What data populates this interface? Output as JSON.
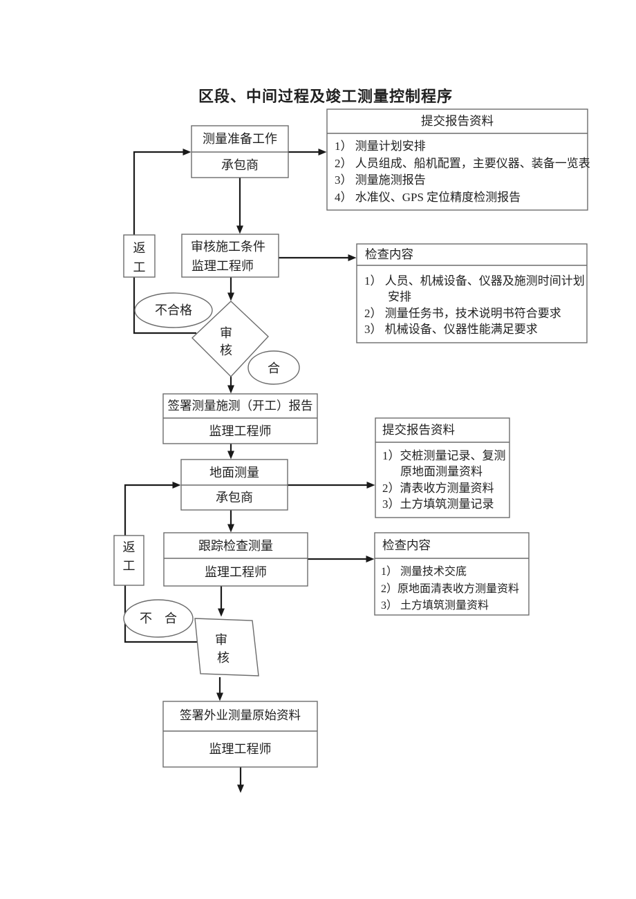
{
  "page": {
    "title": "区段、中间过程及竣工测量控制程序"
  },
  "colors": {
    "line": "#1a1a1a",
    "border": "#6b6b6b",
    "text": "#1f1f1f",
    "background": "#ffffff"
  },
  "nodes": {
    "prep": {
      "title": "测量准备工作",
      "role": "承包商"
    },
    "return1": {
      "char1": "返",
      "char2": "工"
    },
    "review": {
      "title": "审核施工条件",
      "role": "监理工程师"
    },
    "reject1": {
      "label": "不合格"
    },
    "audit1": {
      "char1": "审",
      "char2": "核"
    },
    "pass1": {
      "label": "合"
    },
    "sign1": {
      "title": "签署测量施测（开工）报告",
      "role": "监理工程师"
    },
    "ground": {
      "title": "地面测量",
      "role": "承包商"
    },
    "return2": {
      "char1": "返",
      "char2": "工"
    },
    "track": {
      "title": "跟踪检查测量",
      "role": "监理工程师"
    },
    "reject2": {
      "label": "不　合"
    },
    "audit2": {
      "char1": "审",
      "char2": "核"
    },
    "sign2": {
      "title": "签署外业测量原始资料",
      "role": "监理工程师"
    }
  },
  "panels": {
    "submit1": {
      "header": "提交报告资料",
      "items": [
        {
          "text": "1） 测量计划安排"
        },
        {
          "text": "2） 人员组成、船机配置，主要仪器、装备一览表"
        },
        {
          "text": "3） 测量施测报告"
        },
        {
          "text": "4） 水准仪、GPS 定位精度检测报告"
        }
      ]
    },
    "check1": {
      "header": "检查内容",
      "items": [
        {
          "text": "1） 人员、机械设备、仪器及施测时间计划"
        },
        {
          "text": "安排",
          "indent": true
        },
        {
          "text": "2） 测量任务书，技术说明书符合要求"
        },
        {
          "text": "3） 机械设备、仪器性能满足要求"
        }
      ]
    },
    "submit2": {
      "header": "提交报告资料",
      "items": [
        {
          "text": "1）交桩测量记录、复测"
        },
        {
          "text": "原地面测量资料",
          "indent": true
        },
        {
          "text": "2）清表收方测量资料"
        },
        {
          "text": "3）土方填筑测量记录"
        }
      ]
    },
    "check2": {
      "header": "检查内容",
      "items": [
        {
          "text": "1） 测量技术交底"
        },
        {
          "text": "2）原地面清表收方测量资料"
        },
        {
          "text": "3） 土方填筑测量资料"
        }
      ]
    }
  }
}
